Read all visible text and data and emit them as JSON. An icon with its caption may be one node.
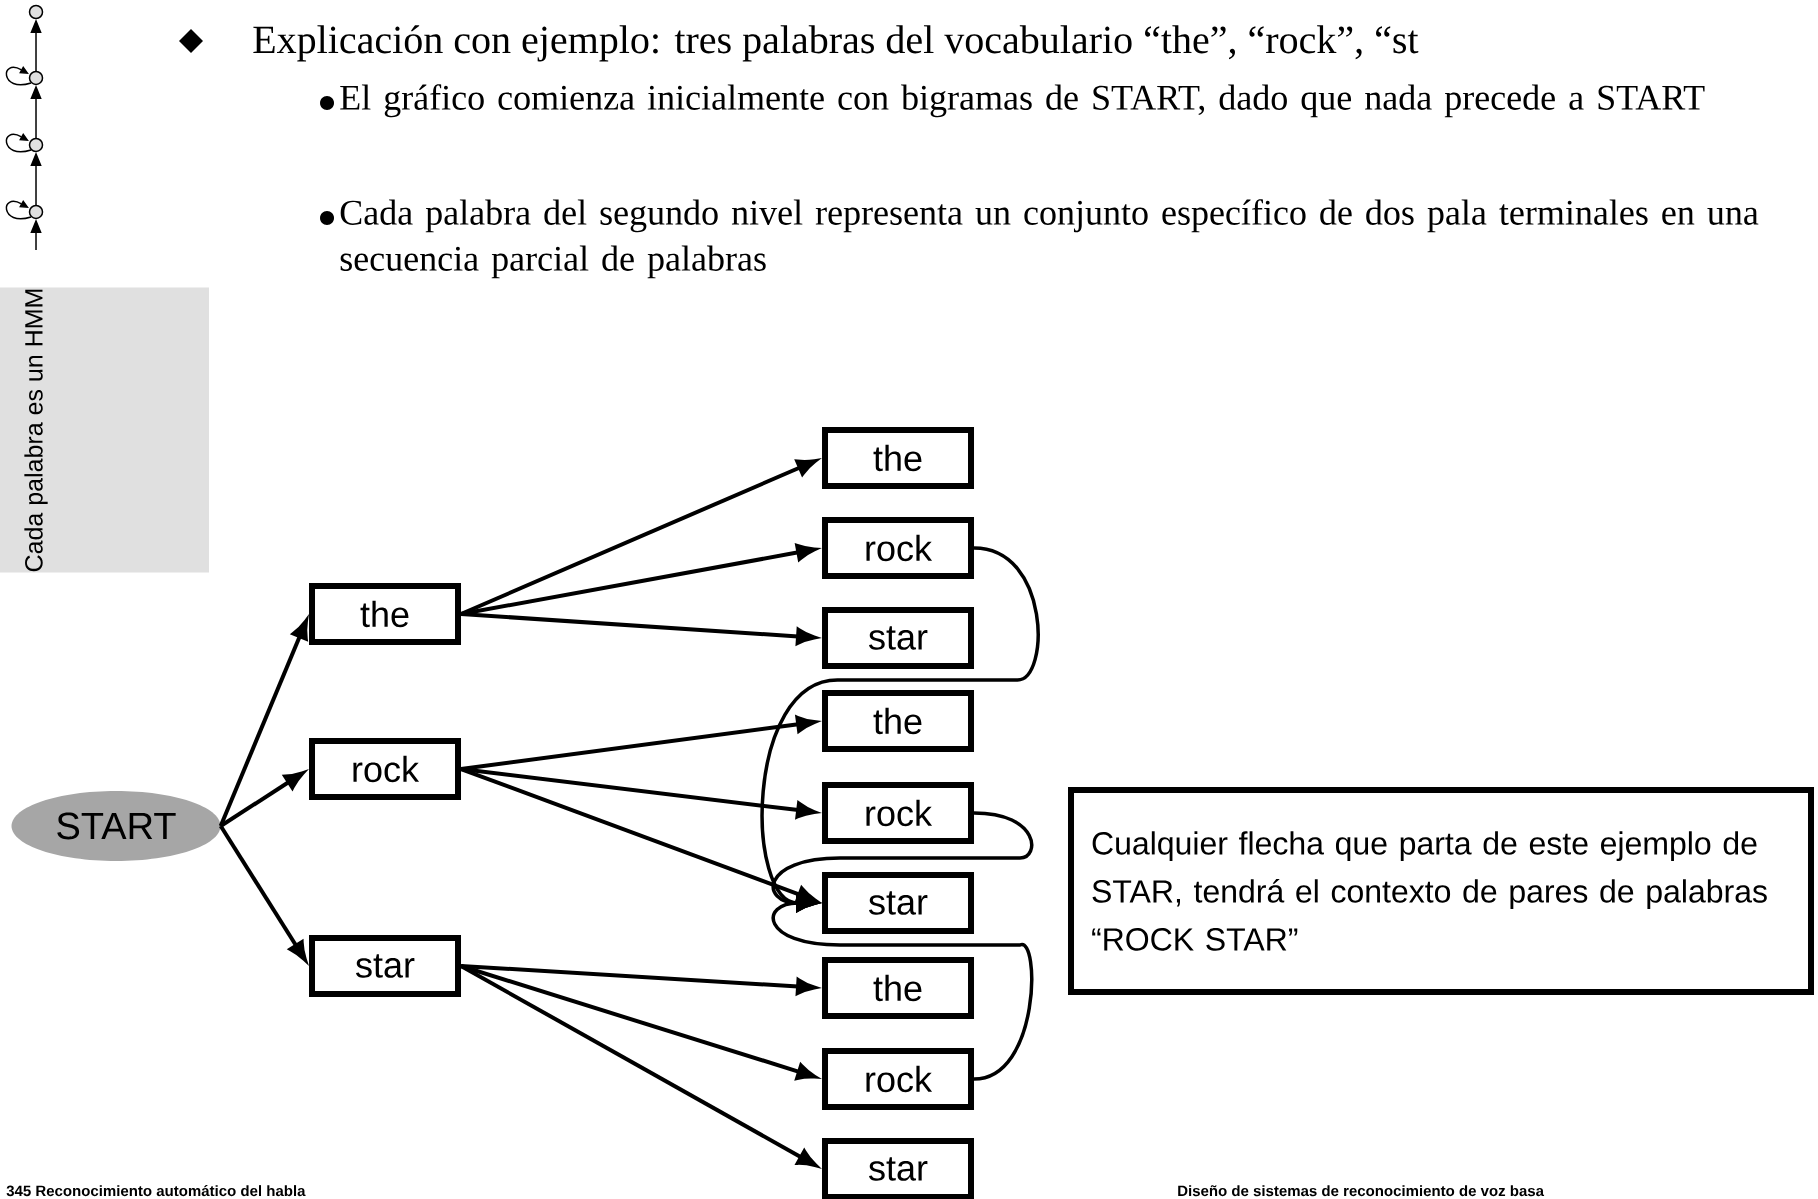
{
  "diagram": {
    "nodes": [
      {
        "text": [
          "START"
        ]
      },
      {
        "text": [
          "the"
        ]
      },
      {
        "text": [
          "rock"
        ]
      },
      {
        "text": [
          "star"
        ]
      },
      {
        "text": [
          "the"
        ]
      },
      {
        "text": [
          "rock"
        ]
      },
      {
        "text": [
          "star"
        ]
      },
      {
        "text": [
          "the"
        ]
      },
      {
        "text": [
          "rock"
        ]
      },
      {
        "text": [
          "star"
        ]
      },
      {
        "text": [
          "the"
        ]
      },
      {
        "text": [
          "rock"
        ]
      },
      {
        "text": [
          "star"
        ]
      },
      {
        "text": [
          "Cualquier flecha que parta de este ejemplo de STAR, tendrá el contexto de pares de palabras “ROCK STAR”"
        ]
      }
    ],
    "edges": [
      {
        "from": 0,
        "to": 1,
        "arrow": "to"
      },
      {
        "from": 0,
        "to": 2,
        "arrow": "to"
      },
      {
        "from": 0,
        "to": 3,
        "arrow": "to"
      },
      {
        "from": 1,
        "to": 4,
        "arrow": "to"
      },
      {
        "from": 1,
        "to": 5,
        "arrow": "to"
      },
      {
        "from": 1,
        "to": 6,
        "arrow": "to"
      },
      {
        "from": 2,
        "to": 7,
        "arrow": "to"
      },
      {
        "from": 2,
        "to": 8,
        "arrow": "to"
      },
      {
        "from": 2,
        "to": 9,
        "arrow": "to"
      },
      {
        "from": 3,
        "to": 10,
        "arrow": "to"
      },
      {
        "from": 3,
        "to": 11,
        "arrow": "to"
      },
      {
        "from": 3,
        "to": 12,
        "arrow": "to"
      },
      {
        "from": 5,
        "to": 9,
        "arrow": "to"
      },
      {
        "from": 8,
        "to": 9,
        "arrow": "to"
      },
      {
        "from": 11,
        "to": 9,
        "arrow": "to"
      }
    ],
    "labels": [
      "Explicación con ejemplo: tres palabras del vocabulario “the”, “rock”, “st",
      "El gráfico comienza inicialmente con bigramas de START, dado que nada precede a START",
      "Cada palabra del segundo nivel representa un conjunto específico de dos pala terminales en una secuencia parcial de palabras",
      "Cada palabra es un HMM",
      "345 Reconocimiento automático del habla",
      "Diseño de sistemas de reconocimiento de voz basa"
    ]
  }
}
